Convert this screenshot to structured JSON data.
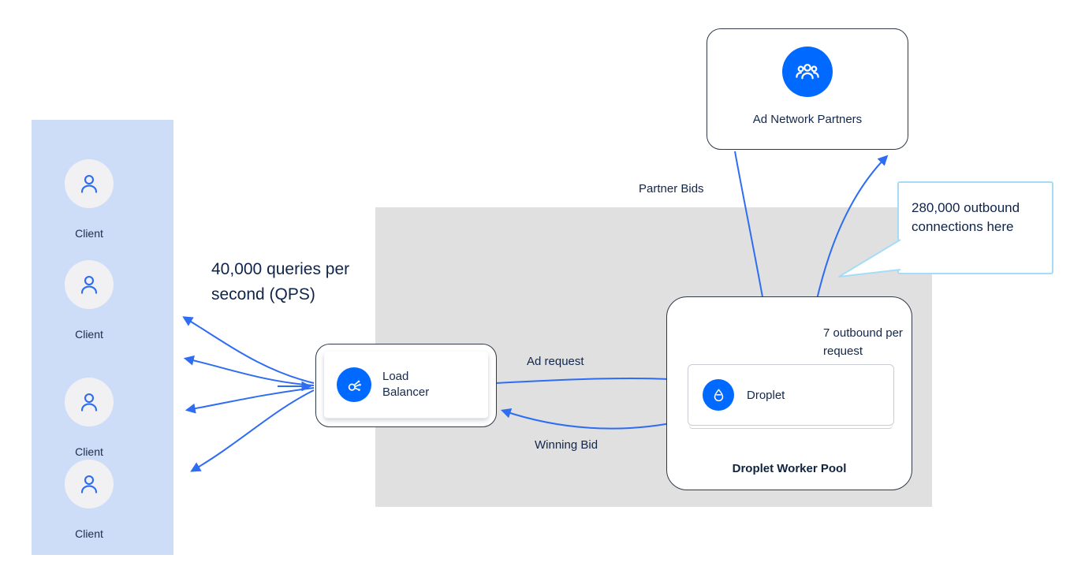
{
  "diagram": {
    "clients": {
      "icon": "person-icon",
      "items": [
        {
          "label": "Client"
        },
        {
          "label": "Client"
        },
        {
          "label": "Client"
        },
        {
          "label": "Client"
        }
      ]
    },
    "annotations": {
      "qps": "40,000 queries per second (QPS)",
      "callout": "280,000 outbound connections here"
    },
    "nodes": {
      "load_balancer": {
        "label": "Load Balancer",
        "icon": "load-balancer-icon"
      },
      "droplet": {
        "label": "Droplet",
        "icon": "droplet-icon"
      },
      "droplet_worker_pool": {
        "label": "Droplet Worker Pool"
      },
      "ad_network_partners": {
        "label": "Ad Network Partners",
        "icon": "group-icon"
      }
    },
    "edges": [
      {
        "label": "Partner Bids"
      },
      {
        "label": "Ad request"
      },
      {
        "label": "Winning Bid"
      },
      {
        "label": "7 outbound per request"
      }
    ],
    "colors": {
      "accent_blue": "#0069ff",
      "arrow_blue": "#2e6df2",
      "panel_blue": "#cdddf8",
      "pool_gray": "#e0e0e0",
      "callout_border": "#a6dcf7",
      "text_dark": "#12264a"
    }
  }
}
